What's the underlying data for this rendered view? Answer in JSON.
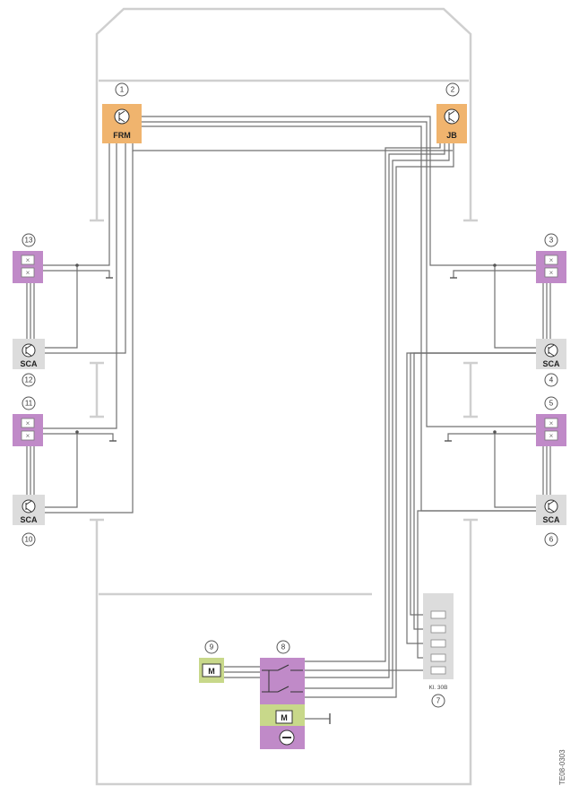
{
  "components": {
    "frm": {
      "number": "1",
      "label": "FRM"
    },
    "jb": {
      "number": "2",
      "label": "JB"
    },
    "switch3": {
      "number": "3"
    },
    "sca4": {
      "number": "4",
      "label": "SCA"
    },
    "switch5": {
      "number": "5"
    },
    "sca6": {
      "number": "6",
      "label": "SCA"
    },
    "fuse7": {
      "number": "7",
      "label": "Kl. 30B"
    },
    "module8": {
      "number": "8",
      "motor_label": "M"
    },
    "motor9": {
      "number": "9",
      "motor_label": "M"
    },
    "sca10": {
      "number": "10",
      "label": "SCA"
    },
    "switch11": {
      "number": "11"
    },
    "sca12": {
      "number": "12",
      "label": "SCA"
    },
    "switch13": {
      "number": "13"
    }
  },
  "figure_code": "TE08-0303",
  "colors": {
    "orange": "#f0b46e",
    "purple": "#c08ac8",
    "green": "#c8d88a",
    "gray_box": "#dcdcdc",
    "outline": "#c8c8c8",
    "wire": "#707070"
  }
}
